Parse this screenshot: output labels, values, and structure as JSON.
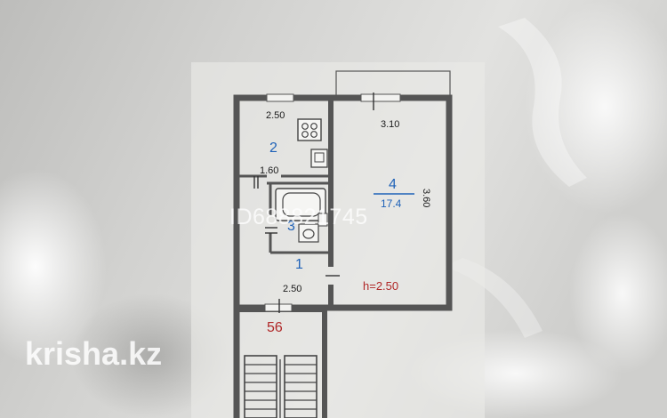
{
  "plan": {
    "labels": {
      "kitchen_width": "2.50",
      "room_width": "3.10",
      "bathroom_width": "1.60",
      "hall_width": "2.50",
      "room_length": "3.60",
      "ceiling_height": "h=2.50"
    },
    "rooms": {
      "kitchen_number": "2",
      "bathroom_number": "3",
      "hall_number": "1",
      "living_number": "4",
      "living_area": "17.4",
      "landing_number": "56"
    }
  },
  "watermark": {
    "listing_id": "ID688821745"
  },
  "logo": {
    "text": "krisha.kz"
  },
  "colors": {
    "wall": "#555555",
    "blue_text": "#1f62b8",
    "red_text": "#b02828",
    "paper": "#ebebe9"
  }
}
